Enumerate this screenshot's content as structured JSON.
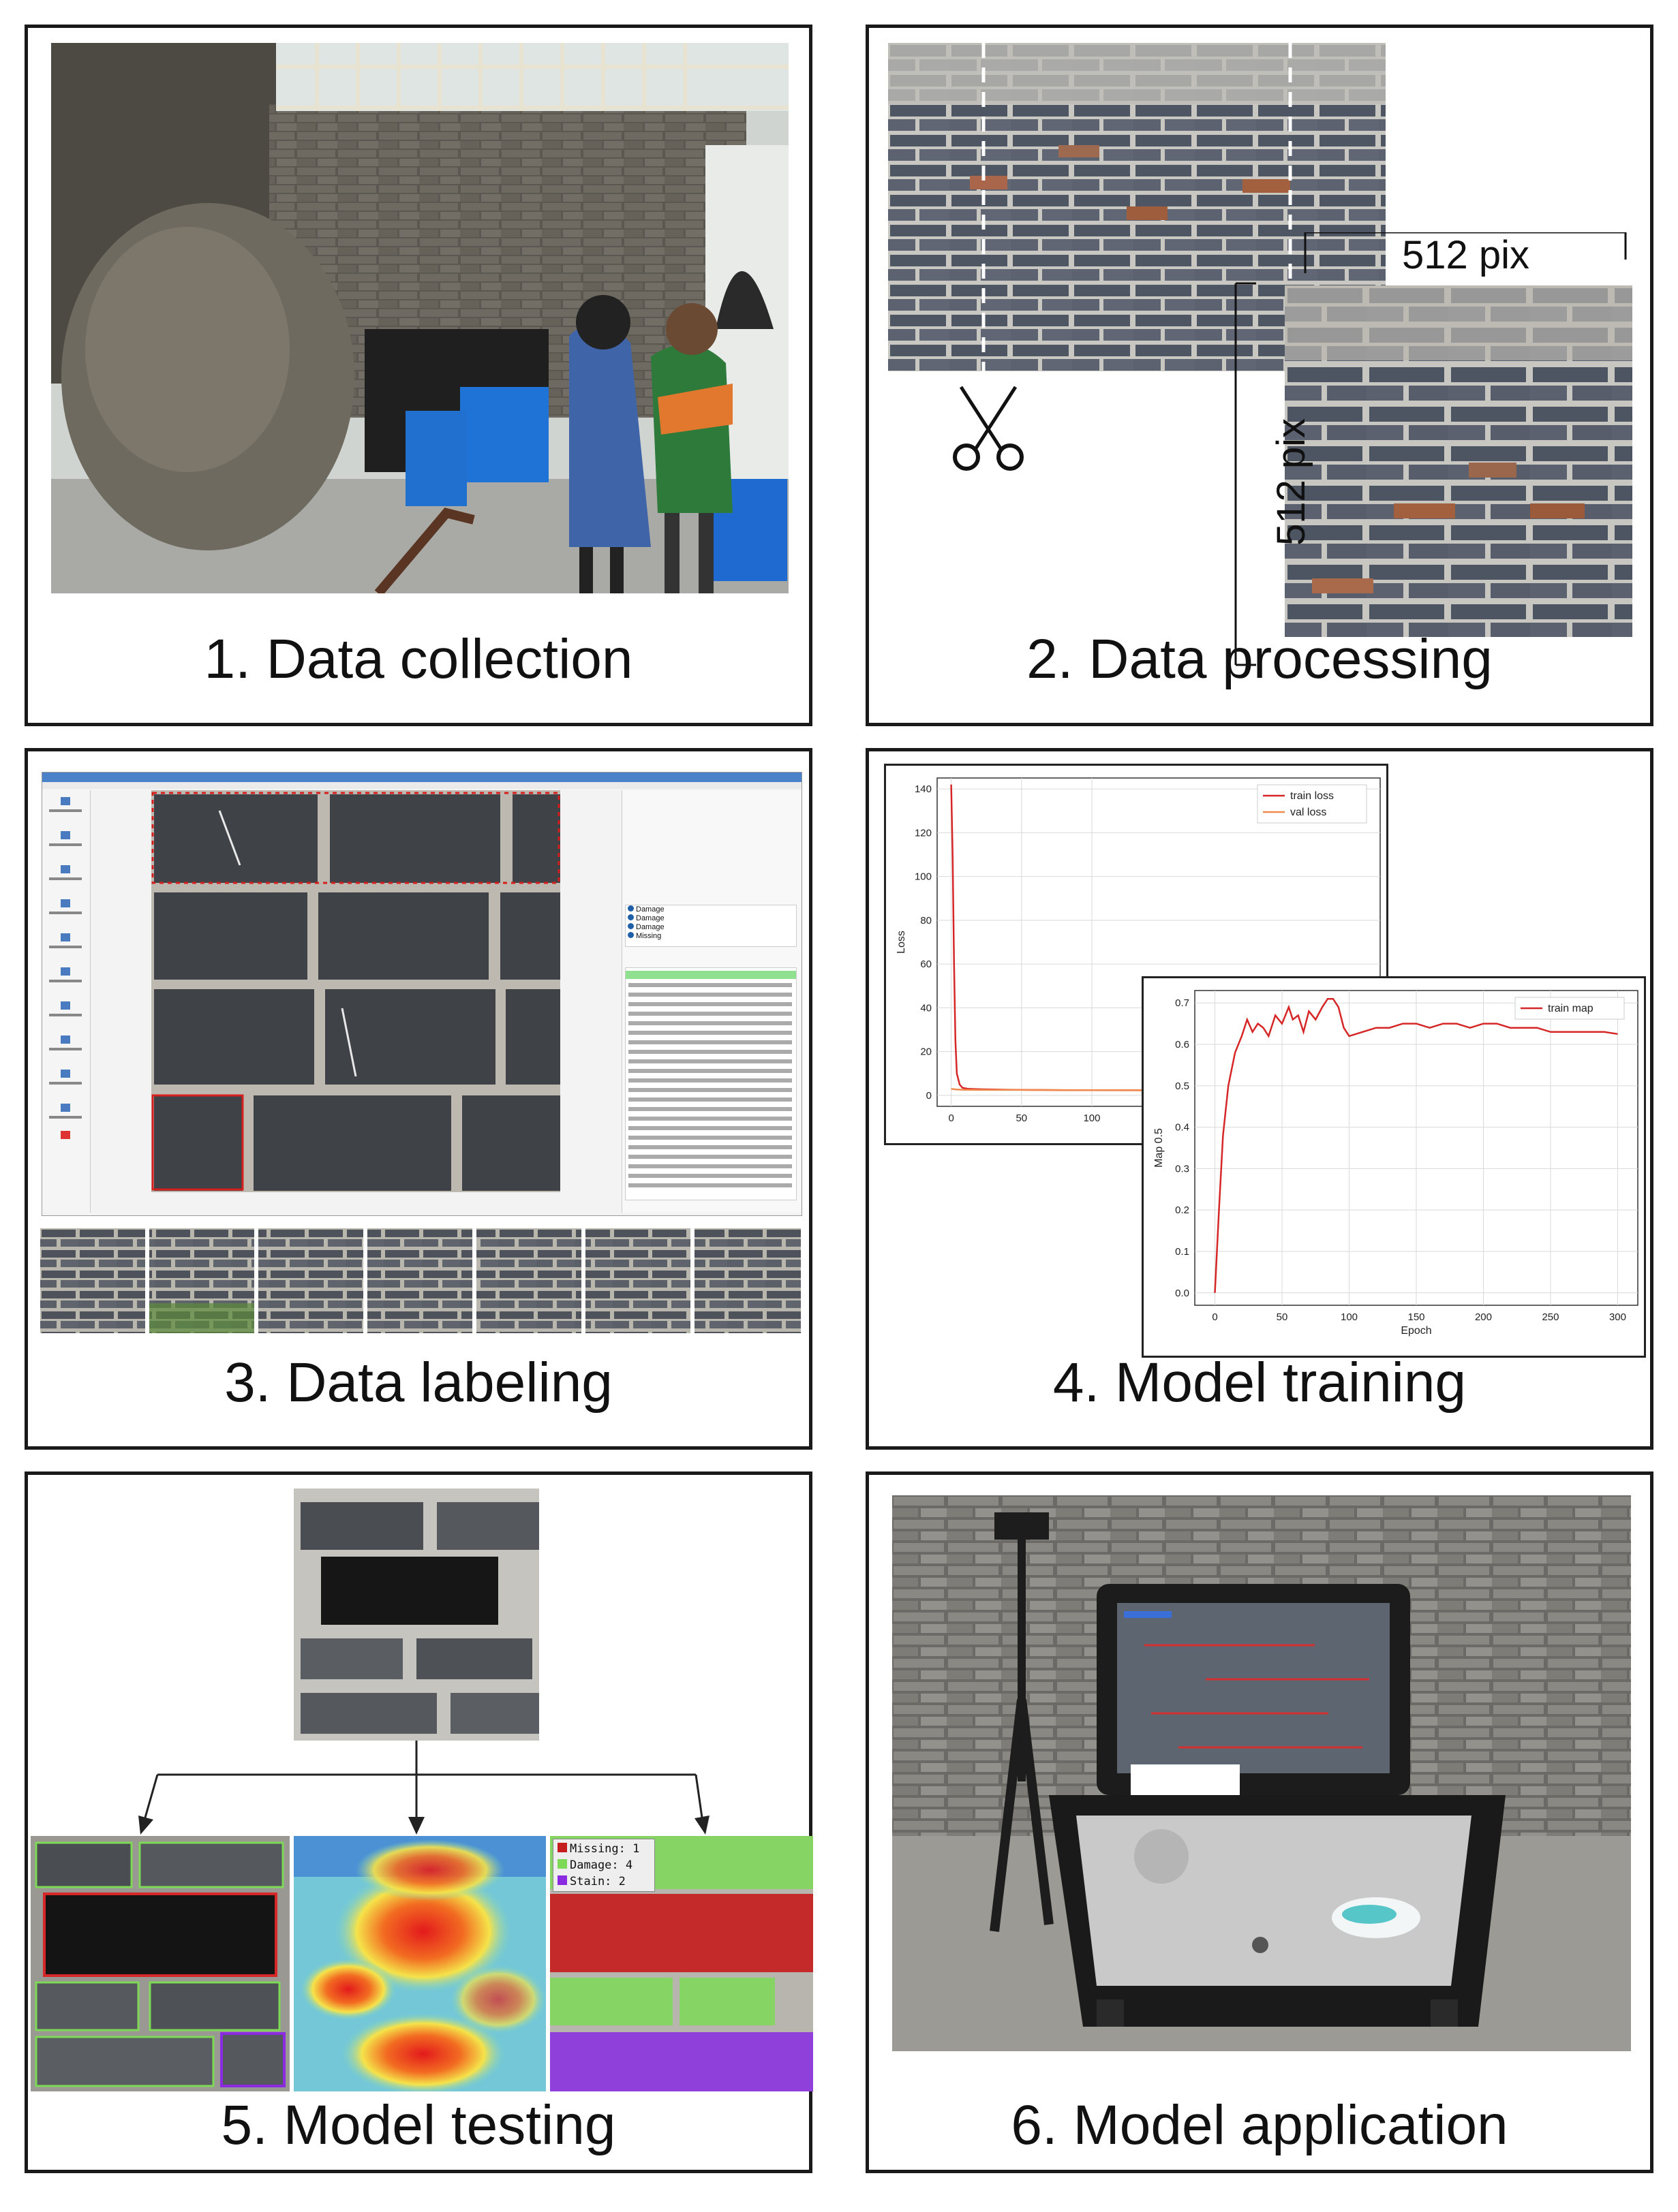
{
  "panels": {
    "p1": {
      "caption": "1.  Data collection"
    },
    "p2": {
      "caption": "2. Data processing",
      "width_label": "512 pix",
      "height_label": "512 pix"
    },
    "p3": {
      "caption": "3. Data labeling",
      "classes": [
        "Damage",
        "Damage",
        "Damage",
        "Missing"
      ]
    },
    "p4": {
      "caption": "4. Model training",
      "loss_chart": {
        "type": "line",
        "ylabel": "Loss",
        "legend": [
          "train loss",
          "val loss"
        ],
        "xticks": [
          0,
          50,
          100
        ],
        "yticks": [
          0,
          20,
          40,
          60,
          80,
          100,
          120,
          140
        ]
      },
      "map_chart": {
        "type": "line",
        "ylabel": "Map 0.5",
        "xlabel": "Epoch",
        "legend": [
          "train map"
        ],
        "xticks": [
          0,
          50,
          100,
          150,
          200,
          250,
          300
        ],
        "yticks": [
          "0.0",
          "0.1",
          "0.2",
          "0.3",
          "0.4",
          "0.5",
          "0.6",
          "0.7"
        ]
      }
    },
    "p5": {
      "caption": "5. Model testing",
      "legend": {
        "missing": "Missing:  1",
        "damage": "Damage:  4",
        "stain": "Stain:  2"
      },
      "colors": {
        "missing": "#c41e1e",
        "damage": "#7ed957",
        "stain": "#8a2be2"
      }
    },
    "p6": {
      "caption": "6. Model application"
    }
  },
  "chart_data": [
    {
      "type": "line",
      "title": "",
      "xlabel": "",
      "ylabel": "Loss",
      "ylim": [
        -5,
        145
      ],
      "xlim": [
        -10,
        305
      ],
      "series": [
        {
          "name": "train loss",
          "color": "#d62728",
          "x": [
            0,
            1,
            2,
            3,
            4,
            6,
            8,
            12,
            20,
            40,
            80,
            150,
            200,
            250,
            300
          ],
          "y": [
            142,
            110,
            60,
            25,
            10,
            5,
            3.5,
            3,
            2.8,
            2.6,
            2.4,
            2.3,
            2.2,
            2.2,
            2.1
          ]
        },
        {
          "name": "val loss",
          "color": "#f08a4b",
          "x": [
            0,
            2,
            4,
            8,
            20,
            50,
            100,
            150,
            200,
            250,
            300
          ],
          "y": [
            3,
            2.8,
            2.7,
            2.6,
            2.5,
            2.5,
            2.4,
            2.4,
            2.4,
            2.3,
            2.3
          ]
        }
      ]
    },
    {
      "type": "line",
      "title": "",
      "xlabel": "Epoch",
      "ylabel": "Map 0.5",
      "ylim": [
        -0.03,
        0.73
      ],
      "xlim": [
        -15,
        315
      ],
      "series": [
        {
          "name": "train map",
          "color": "#d62728",
          "x": [
            0,
            3,
            6,
            10,
            15,
            20,
            24,
            28,
            32,
            36,
            40,
            45,
            50,
            55,
            58,
            62,
            66,
            70,
            75,
            80,
            84,
            88,
            92,
            96,
            100,
            110,
            120,
            130,
            140,
            150,
            160,
            170,
            180,
            190,
            200,
            210,
            220,
            230,
            240,
            250,
            260,
            270,
            280,
            290,
            300
          ],
          "y": [
            0.0,
            0.2,
            0.38,
            0.5,
            0.58,
            0.62,
            0.66,
            0.63,
            0.65,
            0.64,
            0.62,
            0.67,
            0.65,
            0.69,
            0.66,
            0.67,
            0.63,
            0.68,
            0.66,
            0.69,
            0.71,
            0.71,
            0.69,
            0.64,
            0.62,
            0.63,
            0.64,
            0.64,
            0.65,
            0.65,
            0.64,
            0.65,
            0.65,
            0.64,
            0.65,
            0.65,
            0.64,
            0.64,
            0.64,
            0.63,
            0.63,
            0.63,
            0.63,
            0.63,
            0.625
          ]
        }
      ]
    }
  ]
}
